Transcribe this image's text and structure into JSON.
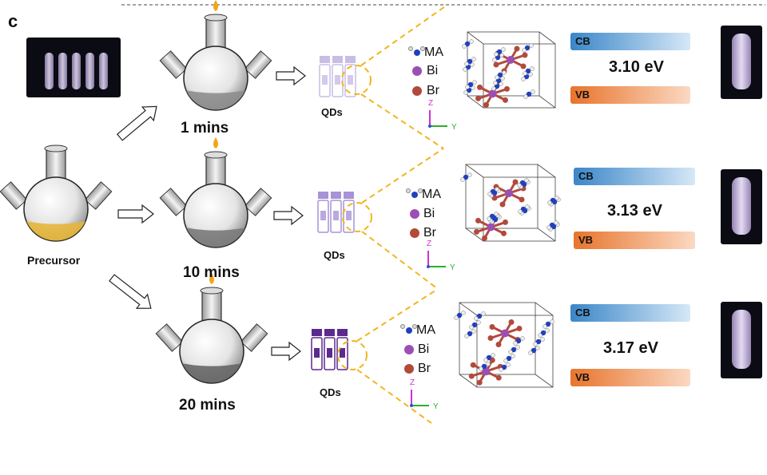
{
  "panel_label": "c",
  "precursor_label": "Precursor",
  "rows": [
    {
      "time": "1 mins",
      "qds": "QDs",
      "legend": [
        "MA",
        "Bi",
        "Br"
      ],
      "cb": "CB",
      "vb": "VB",
      "gap": "3.10 eV"
    },
    {
      "time": "10 mins",
      "qds": "QDs",
      "legend": [
        "MA",
        "Bi",
        "Br"
      ],
      "cb": "CB",
      "vb": "VB",
      "gap": "3.13 eV"
    },
    {
      "time": "20 mins",
      "qds": "QDs",
      "legend": [
        "MA",
        "Bi",
        "Br"
      ],
      "cb": "CB",
      "vb": "VB",
      "gap": "3.17 eV"
    }
  ],
  "axes": {
    "z": "Z",
    "y": "Y"
  },
  "colors": {
    "flame": "#f2a516",
    "precursor_liquid": "#e5b53a",
    "bi_atom": "#9b4fb3",
    "br_atom": "#b24a3c",
    "cb": "#3a86c8",
    "vb": "#e8742c",
    "dashed_guide": "#f2b51c",
    "vial_row1": "#c8bde6",
    "vial_row2": "#a793d6",
    "vial_row3": "#5b2a8e"
  }
}
